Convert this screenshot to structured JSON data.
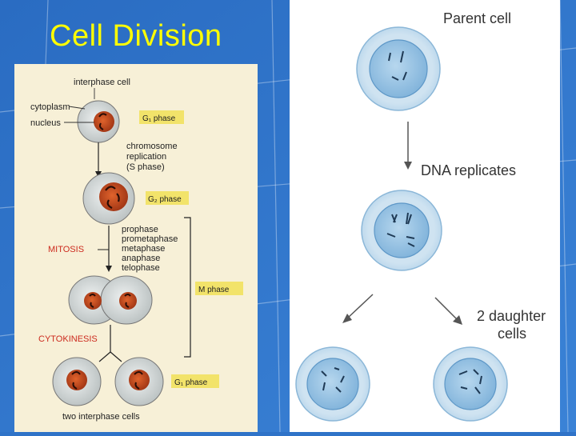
{
  "slide": {
    "title": "Cell Division"
  },
  "left_diagram": {
    "interphase_cell": "interphase cell",
    "cytoplasm": "cytoplasm",
    "nucleus": "nucleus",
    "g1_top": "G₁ phase",
    "replication_1": "chromosome",
    "replication_2": "replication",
    "replication_3": "(S phase)",
    "g2": "G₂ phase",
    "mitosis": "MITOSIS",
    "stage_1": "prophase",
    "stage_2": "prometaphase",
    "stage_3": "metaphase",
    "stage_4": "anaphase",
    "stage_5": "telophase",
    "m_phase": "M phase",
    "cytokinesis": "CYTOKINESIS",
    "g1_bottom": "G₁ phase",
    "two_cells": "two interphase cells"
  },
  "right_diagram": {
    "parent": "Parent cell",
    "replicates": "DNA replicates",
    "daughter_1": "2 daughter",
    "daughter_2": "cells"
  },
  "colors": {
    "background": "#2f73c8",
    "title": "#ffff00",
    "panel_left": "#f7f0d7",
    "label_box": "#f2e36a",
    "label_red": "#cc2a1e",
    "cell_fill": "#d9dede",
    "nucleus_fill": "#c84a1f",
    "right_cell_outer": "#d4e8f4",
    "right_cell_inner": "#9cc6e4"
  }
}
